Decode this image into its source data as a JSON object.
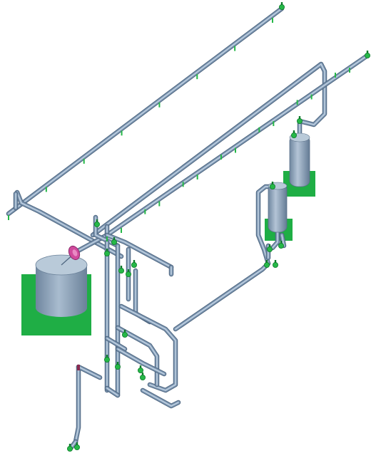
{
  "colors": {
    "background": "#ffffff",
    "pipe": "#7f98b3",
    "pipe_light": "#c6d6e6",
    "pipe_dark": "#4e6680",
    "valve": "#26b848",
    "valve_dark": "#0d7a2a",
    "pad": "#1fae45",
    "tank_body": "#8aa0b8",
    "tank_top": "#b9cad9",
    "pump_flange": "#d0499c",
    "stub": "#8a2a50"
  },
  "components": {
    "large_tank": "large-storage-tank",
    "vessel_1": "vertical-vessel-upper",
    "vessel_2": "vertical-vessel-lower",
    "pump": "pump-flange",
    "valves": "valve-fittings"
  }
}
